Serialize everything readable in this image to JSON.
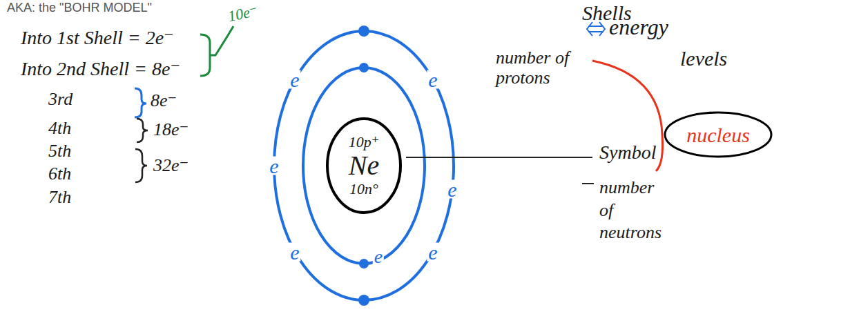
{
  "diagram": {
    "title": "AKA: the \"BOHR MODEL\"",
    "nodes": [
      {
        "text": [
          "10p⁺",
          "Ne",
          "10n°"
        ]
      },
      {
        "text": [
          "nucleus"
        ]
      }
    ],
    "labels": [
      "10e⁻",
      "Into 1st Shell = 2e⁻",
      "Into 2nd Shell = 8e⁻",
      "3rd",
      "8e⁻",
      "4th",
      "18e⁻",
      "5th",
      "6th",
      "32e⁻",
      "7th",
      "Shells",
      "energy",
      "number of protons",
      "levels",
      "Symbol",
      "number of neutrons",
      "e",
      "e",
      "e",
      "e",
      "e",
      "e",
      "e"
    ]
  }
}
